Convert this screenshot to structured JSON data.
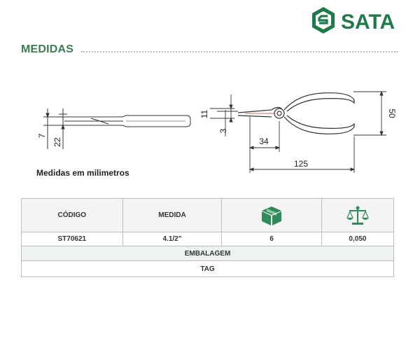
{
  "brand": {
    "name": "SATA",
    "color": "#1e7a4b"
  },
  "section": {
    "title": "MEDIDAS"
  },
  "drawing": {
    "left_view": {
      "dim_7": "7",
      "dim_22": "22"
    },
    "right_view": {
      "dim_11": "11",
      "dim_3": "3",
      "dim_50": "50",
      "dim_34": "34",
      "dim_125": "125"
    },
    "units_note": "Medidas em milimetros"
  },
  "table": {
    "headers": {
      "code": "CÓDIGO",
      "size": "MEDIDA",
      "package_icon": "box-icon",
      "weight_icon": "scale-icon"
    },
    "row": {
      "code": "ST70621",
      "size": "4.1/2\"",
      "quantity": "6",
      "weight": "0,050"
    },
    "packaging_label": "EMBALAGEM",
    "tag_label": "TAG"
  },
  "colors": {
    "accent": "#3d7a55",
    "icon_green": "#2e8b57"
  }
}
